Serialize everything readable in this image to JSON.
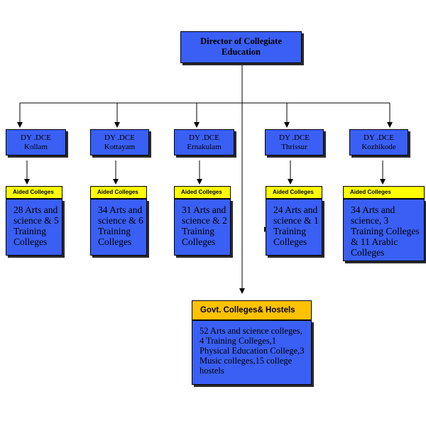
{
  "director": {
    "line1": "Director  of Collegiate",
    "line2": "Education"
  },
  "regions": [
    {
      "dce_title": "DY .DCE",
      "dce_place": "Kollam",
      "aided_label": "Aided Colleges",
      "body": "28 Arts and science & 5 Training Colleges"
    },
    {
      "dce_title": "DY .DCE",
      "dce_place": "Kottayam",
      "aided_label": "Aided Colleges",
      "body": "34 Arts and science & 6 Training Colleges"
    },
    {
      "dce_title": "DY .DCE",
      "dce_place": "Ernakulam",
      "aided_label": "Aided Colleges",
      "body": "31 Arts and science & 2 Training Colleges"
    },
    {
      "dce_title": "DY .DCE",
      "dce_place": "Thrissur",
      "aided_label": "Aided Colleges",
      "body": "24 Arts and science & 1 Training Colleges"
    },
    {
      "dce_title": "DY .DCE",
      "dce_place": "Kozhikode",
      "aided_label": "Aided Colleges",
      "body": "34 Arts and science,  3 Training Colleges & 11 Arabic Colleges"
    }
  ],
  "govt": {
    "header": "Govt. Colleges& Hostels",
    "body": "52 Arts and  science colleges,  4 Training Colleges,1 Physical Education College,3 Music colleges,15 college hostels"
  },
  "colors": {
    "box_blue": "#3a5ff5",
    "aided_yellow": "#ffff00",
    "govt_orange": "#ffc200"
  }
}
